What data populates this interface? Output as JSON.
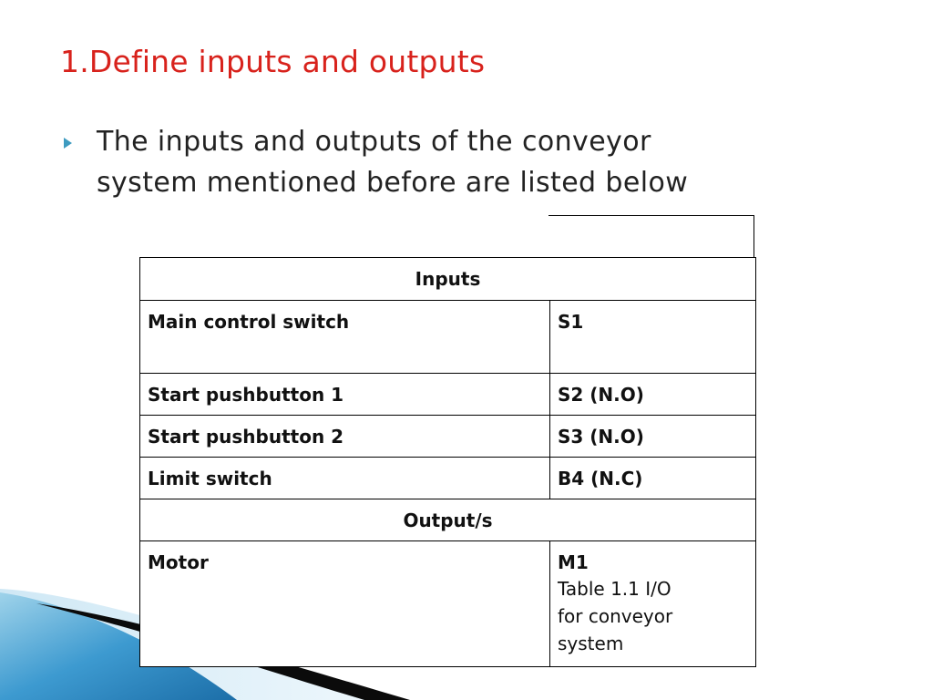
{
  "slide": {
    "title": "1.Define inputs and outputs",
    "bullet": {
      "line1": "The inputs and outputs of the conveyor",
      "line2": "system mentioned before are listed below"
    }
  },
  "table": {
    "inputs_header": "Inputs",
    "rows_inputs": [
      {
        "label": "Main control switch",
        "code": "S1"
      },
      {
        "label": "Start pushbutton 1",
        "code": "S2  (N.O)"
      },
      {
        "label": "Start pushbutton 2",
        "code": "S3  (N.O)"
      },
      {
        "label": "Limit switch",
        "code": "B4  (N.C)"
      }
    ],
    "outputs_header": "Output/s",
    "rows_outputs": [
      {
        "label": "Motor",
        "code": "M1"
      }
    ],
    "caption": {
      "line1": "Table 1.1 I/O",
      "line2": "for conveyor",
      "line3": "system"
    }
  },
  "colors": {
    "title": "#d8221c",
    "bullet": "#3e9bc0",
    "wave_dark": "#0b0b0b",
    "wave_blue": "#2e86c1"
  }
}
